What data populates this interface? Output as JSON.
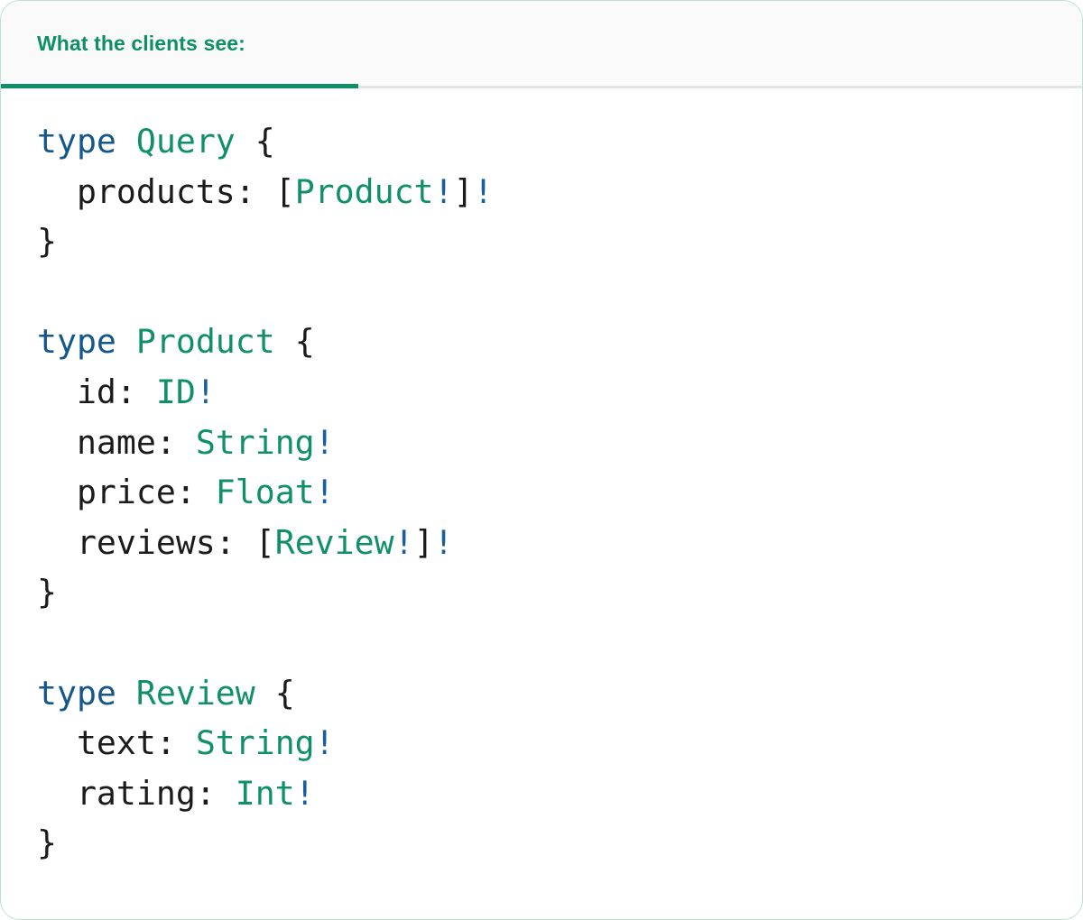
{
  "card": {
    "border_color": "#bfe0ce",
    "background": "#ffffff"
  },
  "header": {
    "background": "#fafafa",
    "accent_color": "#0f9068",
    "divider_color": "#e4e4e4",
    "tabs": [
      {
        "label": "What the clients see:",
        "active": true
      }
    ]
  },
  "editor": {
    "language": "graphql",
    "theme": {
      "keyword": "#14578a",
      "type": "#0f9068",
      "punctuation": "#1b1b1b",
      "field": "#1b1b1b",
      "non_null": "#1b5e9e",
      "background": "#ffffff"
    },
    "raw_text": "type Query {\n  products: [Product!]!\n}\n\ntype Product {\n  id: ID!\n  name: String!\n  price: Float!\n  reviews: [Review!]!\n}\n\ntype Review {\n  text: String!\n  rating: Int!\n}",
    "lines": [
      {
        "n": 1,
        "tokens": [
          {
            "t": "type",
            "k": "kw"
          },
          {
            "t": " ",
            "k": "ws"
          },
          {
            "t": "Query",
            "k": "type"
          },
          {
            "t": " ",
            "k": "ws"
          },
          {
            "t": "{",
            "k": "punct"
          }
        ]
      },
      {
        "n": 2,
        "tokens": [
          {
            "t": "  ",
            "k": "ws"
          },
          {
            "t": "products",
            "k": "field"
          },
          {
            "t": ": ",
            "k": "punct"
          },
          {
            "t": "[",
            "k": "punct"
          },
          {
            "t": "Product",
            "k": "type"
          },
          {
            "t": "!",
            "k": "bang"
          },
          {
            "t": "]",
            "k": "punct"
          },
          {
            "t": "!",
            "k": "bang"
          }
        ]
      },
      {
        "n": 3,
        "tokens": [
          {
            "t": "}",
            "k": "punct"
          }
        ]
      },
      {
        "n": 4,
        "tokens": []
      },
      {
        "n": 5,
        "tokens": [
          {
            "t": "type",
            "k": "kw"
          },
          {
            "t": " ",
            "k": "ws"
          },
          {
            "t": "Product",
            "k": "type"
          },
          {
            "t": " ",
            "k": "ws"
          },
          {
            "t": "{",
            "k": "punct"
          }
        ]
      },
      {
        "n": 6,
        "tokens": [
          {
            "t": "  ",
            "k": "ws"
          },
          {
            "t": "id",
            "k": "field"
          },
          {
            "t": ": ",
            "k": "punct"
          },
          {
            "t": "ID",
            "k": "type"
          },
          {
            "t": "!",
            "k": "bang"
          }
        ]
      },
      {
        "n": 7,
        "tokens": [
          {
            "t": "  ",
            "k": "ws"
          },
          {
            "t": "name",
            "k": "field"
          },
          {
            "t": ": ",
            "k": "punct"
          },
          {
            "t": "String",
            "k": "type"
          },
          {
            "t": "!",
            "k": "bang"
          }
        ]
      },
      {
        "n": 8,
        "tokens": [
          {
            "t": "  ",
            "k": "ws"
          },
          {
            "t": "price",
            "k": "field"
          },
          {
            "t": ": ",
            "k": "punct"
          },
          {
            "t": "Float",
            "k": "type"
          },
          {
            "t": "!",
            "k": "bang"
          }
        ]
      },
      {
        "n": 9,
        "tokens": [
          {
            "t": "  ",
            "k": "ws"
          },
          {
            "t": "reviews",
            "k": "field"
          },
          {
            "t": ": ",
            "k": "punct"
          },
          {
            "t": "[",
            "k": "punct"
          },
          {
            "t": "Review",
            "k": "type"
          },
          {
            "t": "!",
            "k": "bang"
          },
          {
            "t": "]",
            "k": "punct"
          },
          {
            "t": "!",
            "k": "bang"
          }
        ]
      },
      {
        "n": 10,
        "tokens": [
          {
            "t": "}",
            "k": "punct"
          }
        ]
      },
      {
        "n": 11,
        "tokens": []
      },
      {
        "n": 12,
        "tokens": [
          {
            "t": "type",
            "k": "kw"
          },
          {
            "t": " ",
            "k": "ws"
          },
          {
            "t": "Review",
            "k": "type"
          },
          {
            "t": " ",
            "k": "ws"
          },
          {
            "t": "{",
            "k": "punct"
          }
        ]
      },
      {
        "n": 13,
        "tokens": [
          {
            "t": "  ",
            "k": "ws"
          },
          {
            "t": "text",
            "k": "field"
          },
          {
            "t": ": ",
            "k": "punct"
          },
          {
            "t": "String",
            "k": "type"
          },
          {
            "t": "!",
            "k": "bang"
          }
        ]
      },
      {
        "n": 14,
        "tokens": [
          {
            "t": "  ",
            "k": "ws"
          },
          {
            "t": "rating",
            "k": "field"
          },
          {
            "t": ": ",
            "k": "punct"
          },
          {
            "t": "Int",
            "k": "type"
          },
          {
            "t": "!",
            "k": "bang"
          }
        ]
      },
      {
        "n": 15,
        "tokens": [
          {
            "t": "}",
            "k": "punct"
          }
        ]
      }
    ]
  }
}
